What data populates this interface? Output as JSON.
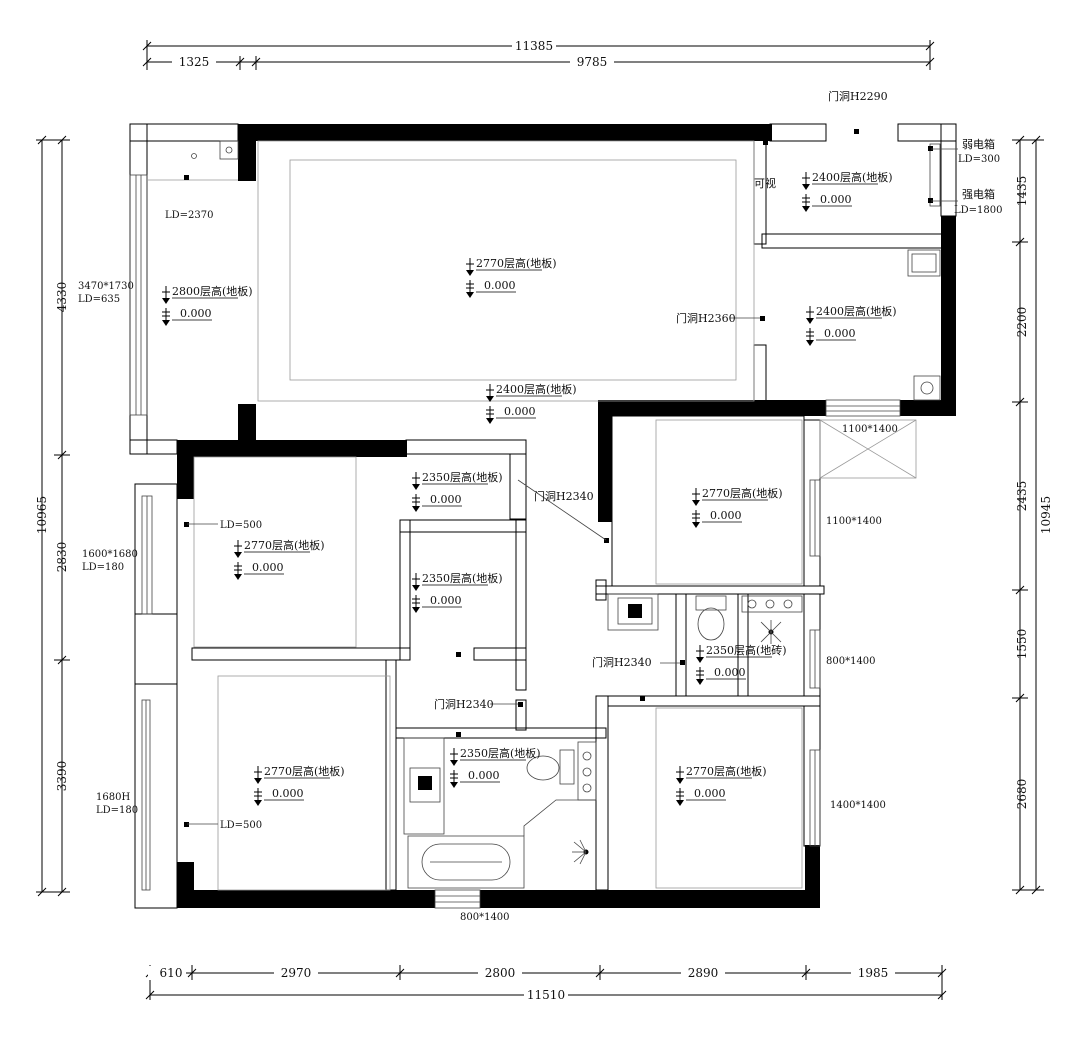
{
  "dimensions": {
    "top_total": "11385",
    "top_left": "1325",
    "top_right": "9785",
    "bottom_total": "11510",
    "bottom_segments": [
      "610",
      "2970",
      "2800",
      "2890",
      "1985"
    ],
    "left_total": "10965",
    "left_segments": [
      "4330",
      "2830",
      "3390"
    ],
    "right_total": "10945",
    "right_segments": [
      "1435",
      "2200",
      "2435",
      "1550",
      "2680"
    ]
  },
  "room_levels": [
    {
      "height": "2800层高(地板)",
      "elev": "0.000"
    },
    {
      "height": "2770层高(地板)",
      "elev": "0.000"
    },
    {
      "height": "2400层高(地板)",
      "elev": "0.000"
    },
    {
      "height": "2400层高(地板)",
      "elev": "0.000"
    },
    {
      "height": "2400层高(地板)",
      "elev": "0.000"
    },
    {
      "height": "2350层高(地板)",
      "elev": "0.000"
    },
    {
      "height": "2770层高(地板)",
      "elev": "0.000"
    },
    {
      "height": "2770层高(地板)",
      "elev": "0.000"
    },
    {
      "height": "2350层高(地板)",
      "elev": "0.000"
    },
    {
      "height": "2350层高(地砖)",
      "elev": "0.000"
    },
    {
      "height": "2350层高(地板)",
      "elev": "0.000"
    },
    {
      "height": "2770层高(地板)",
      "elev": "0.000"
    },
    {
      "height": "2770层高(地板)",
      "elev": "0.000"
    }
  ],
  "annotations": {
    "door_h2290": "门洞H2290",
    "weak_box": "弱电箱",
    "weak_ld": "LD=300",
    "strong_box": "强电箱",
    "strong_ld": "LD=1800",
    "intercom": "可视",
    "ld_2370": "LD=2370",
    "win_3470": "3470*1730",
    "ld_635": "LD=635",
    "door_h2360": "门洞H2360",
    "win_1100_top": "1100*1400",
    "win_1100_right": "1100*1400",
    "door_h2340_a": "门洞H2340",
    "ld_500_a": "LD=500",
    "win_1600": "1600*1680",
    "ld_180_a": "LD=180",
    "win_800_right": "800*1400",
    "door_h2340_b": "门洞H2340",
    "door_h2340_c": "门洞H2340",
    "win_1680h": "1680H",
    "ld_180_b": "LD=180",
    "ld_500_b": "LD=500",
    "win_1400": "1400*1400",
    "win_800_bottom": "800*1400"
  }
}
